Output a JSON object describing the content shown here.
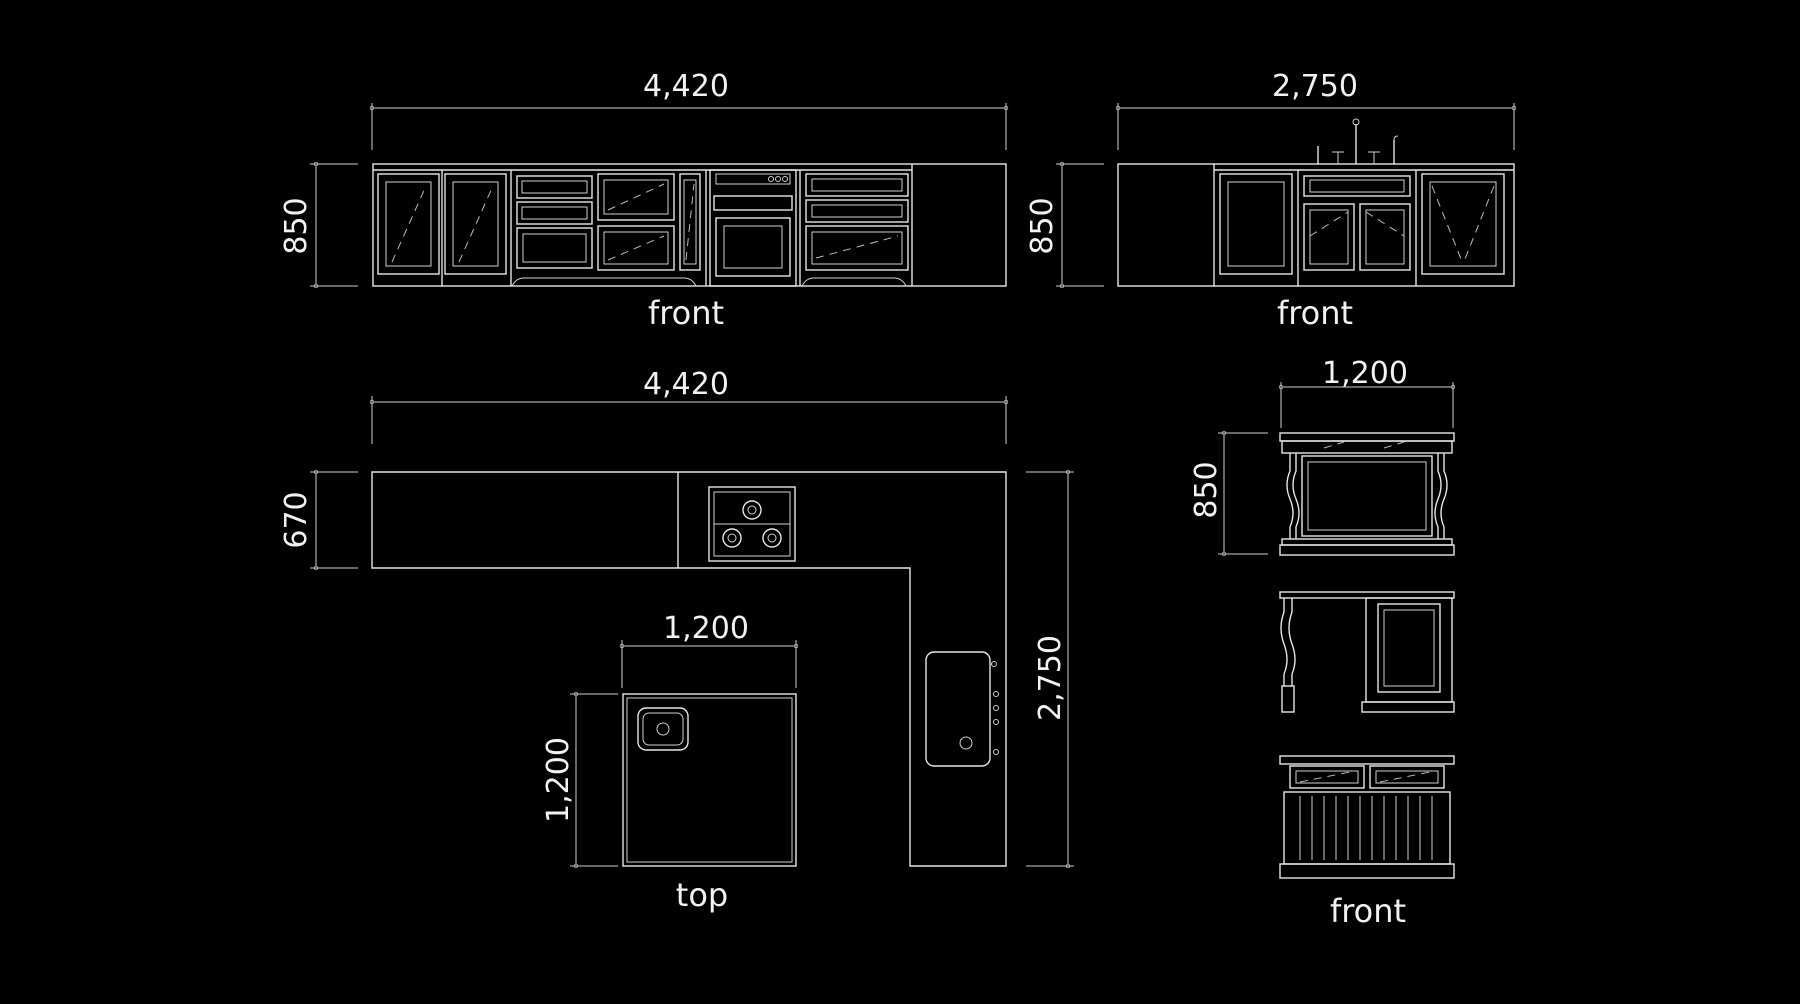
{
  "top_left_elevation": {
    "width_dim": "4,420",
    "height_dim": "850",
    "label": "front"
  },
  "top_right_elevation": {
    "width_dim": "2,750",
    "height_dim": "850",
    "label": "front"
  },
  "plan": {
    "counter_width_dim": "4,420",
    "counter_depth_dim": "670",
    "side_run_dim": "2,750",
    "island_width_dim": "1,200",
    "island_depth_dim": "1,200",
    "label": "top"
  },
  "island_elevations": {
    "width_dim": "1,200",
    "height_dim": "850",
    "label": "front"
  }
}
